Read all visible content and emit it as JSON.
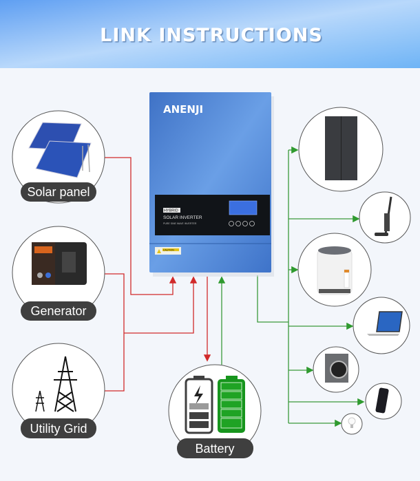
{
  "header": {
    "title": "LINK INSTRUCTIONS"
  },
  "inverter": {
    "brand": "ANENJI",
    "badge": "HYBRID",
    "model": "SOLAR INVERTER",
    "subtitle": "PURE SINE WAVE INVERTER",
    "caution": "CAUTION"
  },
  "sources": [
    {
      "label": "Solar panel",
      "icon": "solar-panel"
    },
    {
      "label": "Generator",
      "icon": "generator"
    },
    {
      "label": "Utility Grid",
      "icon": "power-pylon"
    }
  ],
  "storage": {
    "label": "Battery",
    "icon": "battery"
  },
  "loads": [
    {
      "icon": "refrigerator"
    },
    {
      "icon": "vacuum-cleaner"
    },
    {
      "icon": "air-fryer"
    },
    {
      "icon": "laptop"
    },
    {
      "icon": "washing-machine"
    },
    {
      "icon": "smartphone"
    },
    {
      "icon": "light-bulb"
    }
  ],
  "colors": {
    "input_line": "#d12a2a",
    "output_line": "#3a9a3a",
    "inverter_body": "#4a7fd0",
    "pill": "#3f3f3f",
    "header": "#7ab4f5"
  }
}
